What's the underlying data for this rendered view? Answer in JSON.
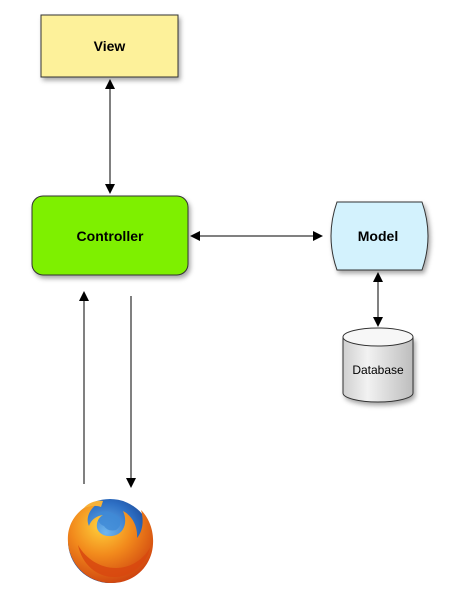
{
  "nodes": {
    "view": {
      "label": "View",
      "color": "#fdf19a"
    },
    "controller": {
      "label": "Controller",
      "color": "#7ef000"
    },
    "model": {
      "label": "Model",
      "color": "#d3f2fd"
    },
    "database": {
      "label": "Database",
      "color": "#e6e6e6"
    }
  },
  "client": {
    "icon": "firefox-browser-icon"
  },
  "edges": [
    {
      "from": "View",
      "to": "Controller",
      "direction": "both"
    },
    {
      "from": "Controller",
      "to": "Model",
      "direction": "both"
    },
    {
      "from": "Model",
      "to": "Database",
      "direction": "both"
    },
    {
      "from": "Browser",
      "to": "Controller",
      "direction": "one-way"
    },
    {
      "from": "Controller",
      "to": "Browser",
      "direction": "one-way"
    }
  ]
}
